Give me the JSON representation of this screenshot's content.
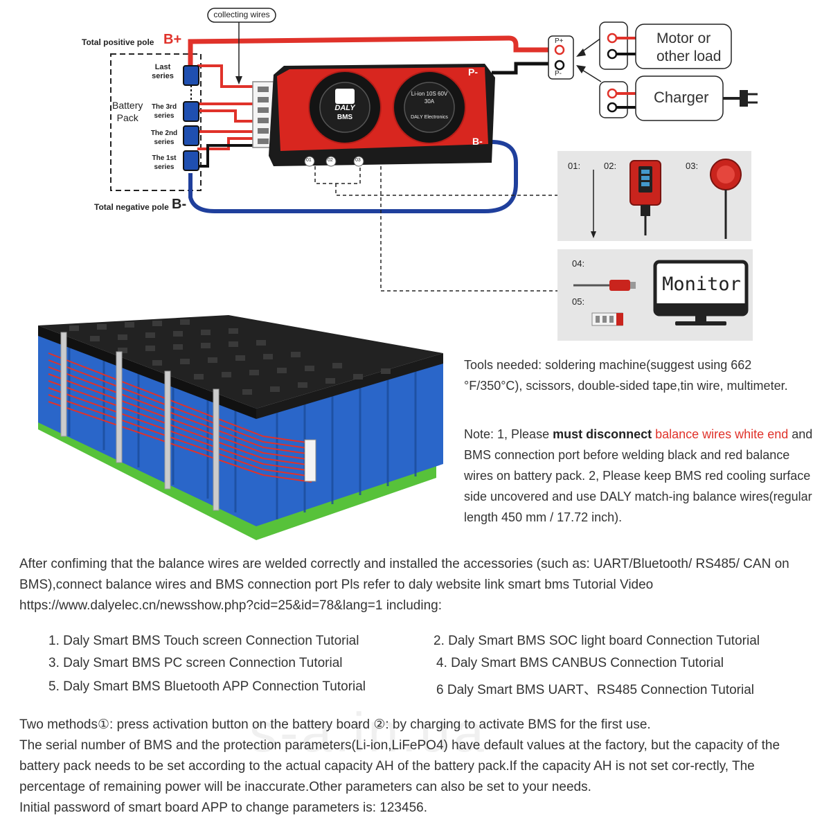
{
  "diagram": {
    "collecting_wires": "collecting wires",
    "total_positive_pole": "Total positive pole",
    "b_plus": "B+",
    "total_negative_pole": "Total negative pole",
    "b_minus": "B-",
    "battery_pack_line1": "Battery",
    "battery_pack_line2": "Pack",
    "series_labels": [
      {
        "line1": "Last",
        "line2": "series"
      },
      {
        "line1": "The 3rd",
        "line2": "series"
      },
      {
        "line1": "The 2nd",
        "line2": "series"
      },
      {
        "line1": "The 1st",
        "line2": "series"
      }
    ],
    "bms_brand": "DALY",
    "bms_sub": "BMS",
    "bms_spec": "Li-ion 10S 60V 30A",
    "bms_maker": "DALY Electronics",
    "port_p_minus": "P-",
    "port_b_minus": "B-",
    "conn_p_plus": "P+",
    "conn_p_minus": "P-",
    "port_nums": [
      "01",
      "02",
      "03"
    ],
    "load_line1": "Motor or",
    "load_line2": "other load",
    "charger": "Charger",
    "acc_labels": [
      "01:",
      "02:",
      "03:",
      "04:",
      "05:"
    ],
    "monitor": "Monitor"
  },
  "text": {
    "tools": "Tools needed: soldering machine(suggest using 662 °F/350°C), scissors, double-sided tape,tin wire, multimeter.",
    "note_pre": "Note: 1, Please ",
    "note_bold": "must disconnect",
    "note_red": " balance wires white end",
    "note_post": " and BMS connection port before welding black and red balance wires on battery pack. 2, Please keep BMS red cooling surface side uncovered and use DALY match-ing balance wires(regular length 450 mm / 17.72 inch).",
    "after": "After confiming that the balance wires are welded correctly and installed the accessories (such as: UART/Bluetooth/ RS485/ CAN on BMS),connect balance wires and BMS connection port Pls refer to daly website link  smart bms Tutorial Video https://www.dalyelec.cn/newsshow.php?cid=25&id=78&lang=1 including:",
    "tutorials": [
      "1. Daly Smart BMS Touch screen Connection Tutorial",
      "2. Daly Smart BMS SOC light board Connection Tutorial",
      "3. Daly Smart BMS PC screen Connection Tutorial",
      "4. Daly Smart BMS CANBUS Connection Tutorial",
      "5. Daly Smart BMS Bluetooth APP Connection Tutorial",
      "6 Daly Smart BMS UART、RS485 Connection Tutorial"
    ],
    "methods": "Two methods①: press activation button on the battery board ②: by charging to activate BMS for the first use.",
    "serial": "The serial number of BMS and the protection parameters(Li-ion,LiFePO4) have default values at the factory, but the capacity of the battery pack needs to be set according to the actual capacity AH of the battery pack.If the capacity AH is not set cor-rectly, The percentage of remaining power will be inaccurate.Other parameters can also be set to your needs.",
    "password": "Initial password of smart board APP to change parameters is: 123456.",
    "watermark": "s-a.in.ua"
  },
  "colors": {
    "bms_red": "#d8261f",
    "wire_red": "#e0322a",
    "wire_blue": "#1f3f9c",
    "cell_blue": "#2a66c9",
    "panel_gray": "#e6e6e6"
  }
}
